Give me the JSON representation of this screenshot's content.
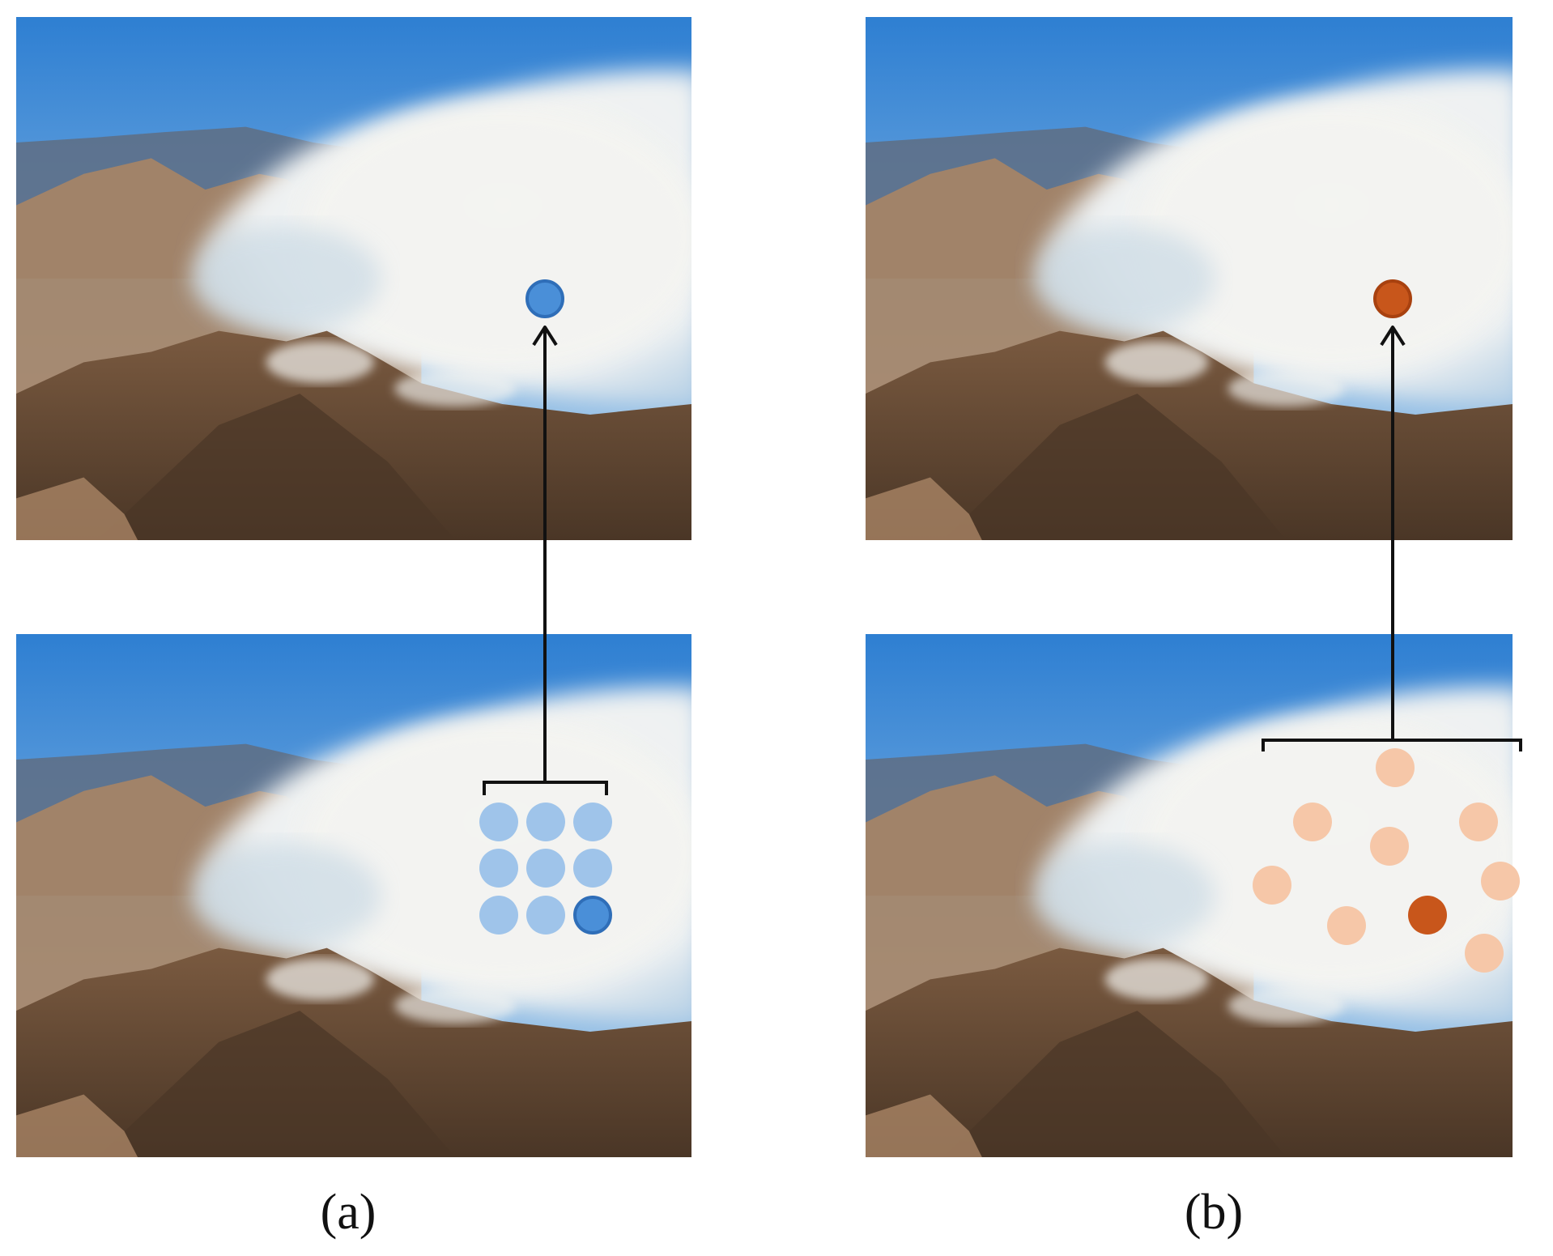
{
  "figure": {
    "panels": [
      {
        "caption": "(a)",
        "scheme": "regular-grid",
        "output_color": "#4a8fd8",
        "output_stroke": "#2f6eb8",
        "sample_color": "#9fc4ea",
        "selected_sample": 8
      },
      {
        "caption": "(b)",
        "scheme": "deformable",
        "output_color": "#c8561b",
        "output_stroke": "#a8410f",
        "sample_color": "#f6c7a8",
        "selected_sample": 6
      }
    ],
    "photo": {
      "sky_top": "#2e7fd2",
      "sky_bottom": "#b4d3ec",
      "smoke": "#f4f4f1",
      "smoke_shadow": "#cfdde6",
      "far_ridge": "#5f6d82",
      "mountain_dark": "#4a3626",
      "mountain_mid": "#7a5a40",
      "mountain_light": "#a98565"
    },
    "connector_color": "#111111"
  }
}
